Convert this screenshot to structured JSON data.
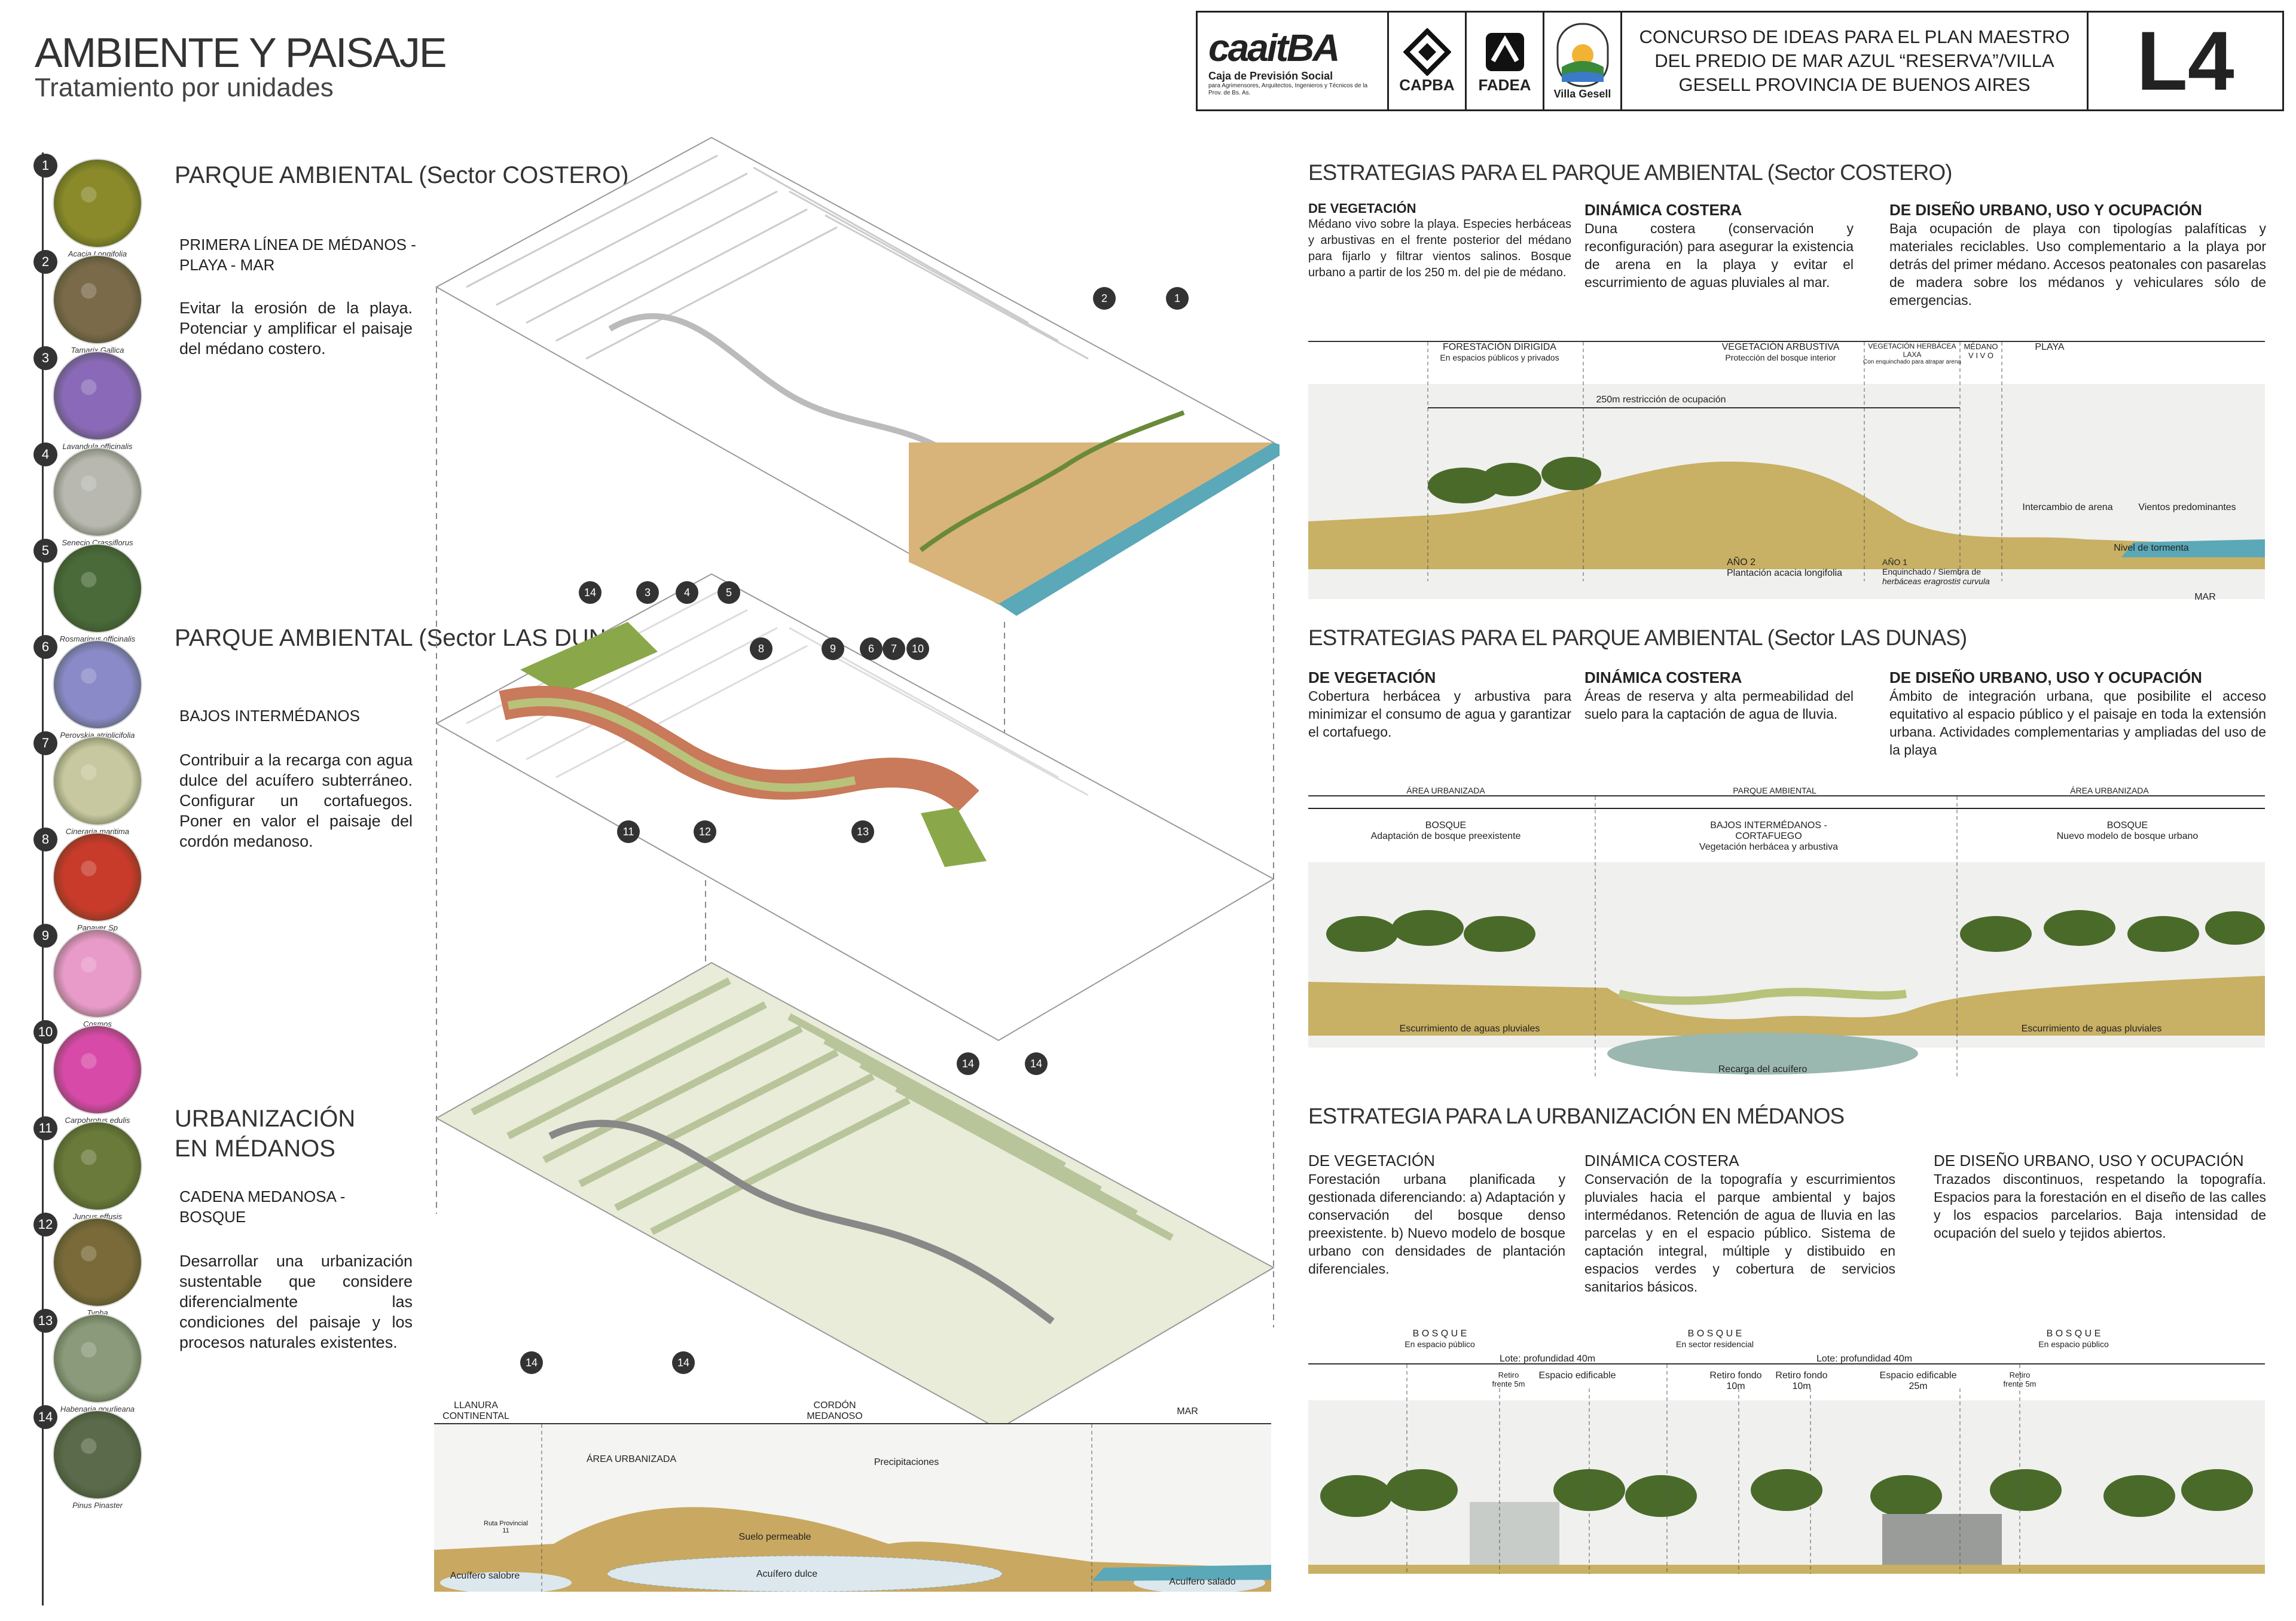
{
  "header": {
    "title": "AMBIENTE Y PAISAJE",
    "subtitle": "Tratamiento por unidades",
    "logo_caa": "caaitBA",
    "logo_caa_sub": "Caja de Previsión Social",
    "logo_caa_tiny": "para Agrimensores, Arquitectos, Ingenieros y Técnicos de la Prov. de Bs. As.",
    "logo_capba": "CAPBA",
    "logo_fadea": "FADEA",
    "logo_villa": "Villa Gesell",
    "contest": "CONCURSO DE IDEAS PARA EL PLAN MAESTRO DEL PREDIO DE MAR AZUL “RESERVA”/VILLA GESELL PROVINCIA DE BUENOS AIRES",
    "sheet": "L4"
  },
  "plants": [
    {
      "n": "1",
      "name": "Acacia Longifolia",
      "color": "#8a8a2a"
    },
    {
      "n": "2",
      "name": "Tamarix Gallica",
      "color": "#7a6a4a"
    },
    {
      "n": "3",
      "name": "Lavandula officinalis",
      "color": "#8a6ab8"
    },
    {
      "n": "4",
      "name": "Senecio Crassiflorus",
      "color": "#b8b8b0"
    },
    {
      "n": "5",
      "name": "Rosmarinus officinalis",
      "color": "#4a6a3a"
    },
    {
      "n": "6",
      "name": "Perovskia atriplicifolia",
      "color": "#8a8ac8"
    },
    {
      "n": "7",
      "name": "Cineraria maritima",
      "color": "#c8c8a0"
    },
    {
      "n": "8",
      "name": "Papaver Sp",
      "color": "#c83a2a"
    },
    {
      "n": "9",
      "name": "Cosmos",
      "color": "#e89ac8"
    },
    {
      "n": "10",
      "name": "Carpobrotus edulis",
      "color": "#d84aa8"
    },
    {
      "n": "11",
      "name": "Juncus effusis",
      "color": "#6a7a3a"
    },
    {
      "n": "12",
      "name": "Typha",
      "color": "#7a6a3a"
    },
    {
      "n": "13",
      "name": "Habenaria gourlieana",
      "color": "#8a9a7a"
    },
    {
      "n": "14",
      "name": "Pinus Pinaster",
      "color": "#5a6a4a"
    }
  ],
  "sections": {
    "costero": {
      "title": "PARQUE AMBIENTAL (Sector COSTERO)",
      "sub": "PRIMERA LÍNEA DE MÉDANOS - PLAYA - MAR",
      "text": "Evitar la erosión de la playa. Potenciar y amplificar el paisaje del médano costero."
    },
    "dunas": {
      "title": "PARQUE AMBIENTAL (Sector LAS DUNAS)",
      "sub": "BAJOS INTERMÉDANOS",
      "text": "Contribuir a la recarga con agua dulce del acuífero subterráneo. Configurar un cortafuegos. Poner en valor el paisaje del cordón medanoso."
    },
    "urban": {
      "title": "URBANIZACIÓN EN MÉDANOS",
      "sub": "CADENA MEDANOSA - BOSQUE",
      "text": "Desarrollar una urbanización sustentable que considere diferencialmente las condiciones del paisaje y los procesos naturales existentes."
    }
  },
  "callouts": {
    "c1": "1",
    "c2": "2",
    "c3": "3",
    "c4": "4",
    "c5": "5",
    "c6": "6",
    "c7": "7",
    "c8": "8",
    "c9": "9",
    "c10": "10",
    "c11": "11",
    "c12": "12",
    "c13": "13",
    "c14": "14"
  },
  "profile": {
    "llanura": "LLANURA CONTINENTAL",
    "cordon": "CORDÓN MEDANOSO",
    "mar": "MAR",
    "area": "ÁREA URBANIZADA",
    "precip": "Precipitaciones",
    "suelo": "Suelo permeable",
    "acuifero_dulce": "Acuífero dulce",
    "acuifero_salobre": "Acuífero salobre",
    "acuifero_salado": "Acuífero salado",
    "ruta": "Ruta Provincial 11"
  },
  "strat1": {
    "title": "ESTRATEGIAS PARA EL PARQUE AMBIENTAL (Sector COSTERO)",
    "c1h": "DE VEGETACIÓN",
    "c1t": "Médano vivo sobre la playa. Especies herbáceas y arbustivas en el frente posterior del médano para fijarlo y filtrar vientos salinos. Bosque urbano a partir de los 250 m. del pie de médano.",
    "c2h": "DINÁMICA COSTERA",
    "c2t": "Duna costera (conservación y reconfiguración) para asegurar la existencia de arena en la playa y evitar el escurrimiento de aguas pluviales al mar.",
    "c3h": "DE DISEÑO URBANO, USO Y OCUPACIÓN",
    "c3t": "Baja ocupación de playa con tipologías palafíticas y materiales reciclables. Uso complementario a la playa por detrás del primer médano. Accesos peatonales con pasarelas de madera sobre los médanos y vehiculares sólo de emergencias.",
    "l1": "FORESTACIÓN DIRIGIDA",
    "l1b": "En espacios públicos y privados",
    "l2": "VEGETACIÓN ARBUSTIVA",
    "l2b": "Protección del bosque interior",
    "l3": "VEGETACIÓN HERBÁCEA LAXA",
    "l3b": "Con enquinchado para atrapar arena",
    "l4": "MÉDANO",
    "l4b": "V I V O",
    "l5": "PLAYA",
    "l6": "250m restricción de ocupación",
    "l7": "Intercambio de arena",
    "l8": "Vientos predominantes",
    "l9": "Nivel de tormenta",
    "l10": "MAR",
    "l11": "AÑO 2",
    "l11b": "Plantación acacia longifolia",
    "l12": "AÑO 1",
    "l12b": "Enquinchado / Siembra de",
    "l12c": "herbáceas eragrostis curvula"
  },
  "strat2": {
    "title": "ESTRATEGIAS PARA EL PARQUE AMBIENTAL (Sector LAS DUNAS)",
    "c1h": "DE VEGETACIÓN",
    "c1t": "Cobertura herbácea y arbustiva para minimizar el consumo de agua y garantizar el cortafuego.",
    "c2h": "DINÁMICA COSTERA",
    "c2t": "Áreas de reserva y alta permeabilidad del suelo para la captación de agua de lluvia.",
    "c3h": "DE DISEÑO URBANO, USO Y OCUPACIÓN",
    "c3t": "Ámbito de integración urbana, que posibilite el acceso equitativo al espacio público y el paisaje en toda la extensión urbana. Actividades complementarias y ampliadas del uso de la playa",
    "z1": "ÁREA URBANIZADA",
    "z2": "PARQUE AMBIENTAL",
    "z3": "ÁREA URBANIZADA",
    "b1": "BOSQUE",
    "b1b": "Adaptación de bosque preexistente",
    "b2": "BAJOS INTERMÉDANOS - CORTAFUEGO",
    "b2b": "Vegetación herbácea y arbustiva",
    "b3": "BOSQUE",
    "b3b": "Nuevo modelo de bosque urbano",
    "e1": "Escurrimiento de aguas pluviales",
    "e2": "Escurrimiento de aguas pluviales",
    "e3": "Recarga del acuífero"
  },
  "strat3": {
    "title": "ESTRATEGIA PARA LA URBANIZACIÓN EN MÉDANOS",
    "c1h": "DE VEGETACIÓN",
    "c1t": "Forestación urbana planificada y gestionada diferenciando: a) Adaptación y conservación del bosque denso preexistente. b) Nuevo modelo de bosque urbano con densidades de plantación diferenciales.",
    "c2h": "DINÁMICA COSTERA",
    "c2t": "Conservación de la topografía y escurrimientos pluviales hacia el parque ambiental y bajos intermédanos. Retención de agua de lluvia en las parcelas y en el espacio público. Sistema de captación integral, múltiple y distibuido en espacios verdes y cobertura de servicios sanitarios básicos.",
    "c3h": "DE DISEÑO URBANO, USO Y OCUPACIÓN",
    "c3t": "Trazados discontinuos, respetando la topografía. Espacios para la forestación en el diseño de las calles y los espacios parcelarios. Baja intensidad de ocupación del suelo y tejidos abiertos.",
    "b1": "B O S Q U E",
    "b1b": "En espacio público",
    "b2": "B O S Q U E",
    "b2b": "En sector residencial",
    "b3": "B O S Q U E",
    "b3b": "En espacio público",
    "lote1": "Lote: profundidad 40m",
    "lote2": "Lote: profundidad 40m",
    "r1": "Retiro frente 5m",
    "e1": "Espacio edificable",
    "r2": "Retiro fondo 10m",
    "r3": "Retiro fondo 10m",
    "e2": "Espacio edificable 25m",
    "r4": "Retiro frente 5m"
  },
  "colors": {
    "sand": "#d8b47a",
    "sea": "#5aa8b8",
    "grass": "#b8c27a",
    "tree": "#4a6a2a",
    "map_green": "#c8d4a8"
  }
}
